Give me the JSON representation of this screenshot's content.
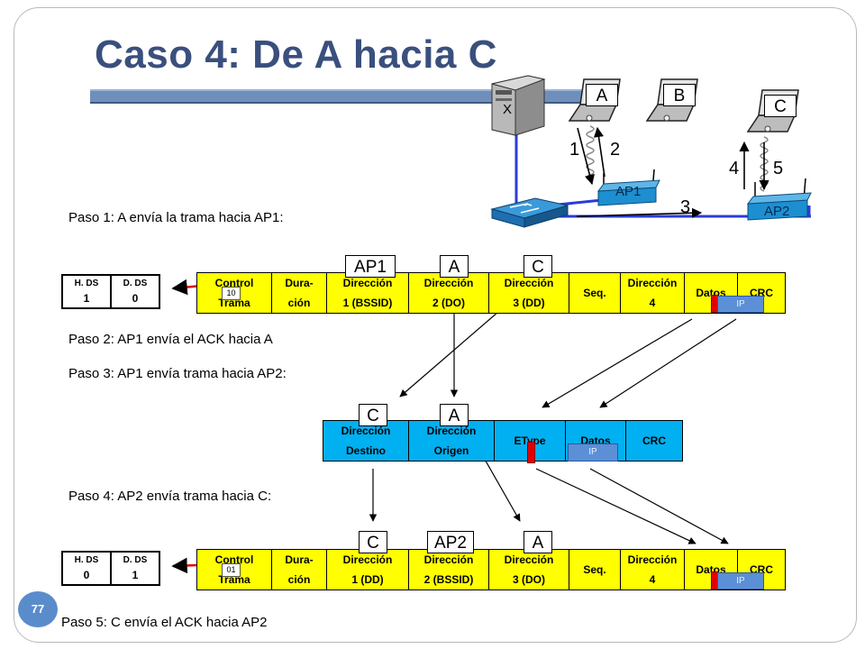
{
  "title": "Caso 4: De A hacia C",
  "slide_number": "77",
  "steps": {
    "s1": "Paso 1: A envía la trama hacia AP1:",
    "s2": "Paso 2: AP1 envía el ACK hacia A",
    "s3": "Paso 3: AP1 envía trama hacia AP2:",
    "s4": "Paso 4: AP2 envía trama hacia C:",
    "s5": "Paso 5: C envía el ACK hacia AP2"
  },
  "network": {
    "server_label": "X",
    "laptops": [
      "A",
      "B",
      "C"
    ],
    "ap1": "AP1",
    "ap2": "AP2",
    "arrow_numbers": [
      "1",
      "2",
      "3",
      "4",
      "5"
    ]
  },
  "frame1": {
    "ds": {
      "h_label": "H. DS",
      "h_value": "1",
      "d_label": "D. DS",
      "d_value": "0"
    },
    "bits": "10",
    "labels": [
      "AP1",
      "A",
      "C"
    ],
    "fields": [
      {
        "l1": "Control",
        "l2": "Trama"
      },
      {
        "l1": "Dura-",
        "l2": "ción"
      },
      {
        "l1": "Dirección",
        "l2": "1 (BSSID)"
      },
      {
        "l1": "Dirección",
        "l2": "2 (DO)"
      },
      {
        "l1": "Dirección",
        "l2": "3 (DD)"
      },
      {
        "l1": "Seq.",
        "l2": ""
      },
      {
        "l1": "Dirección",
        "l2": "4"
      },
      {
        "l1": "Datos",
        "l2": ""
      },
      {
        "l1": "CRC",
        "l2": ""
      }
    ],
    "ip": "IP"
  },
  "eth_frame": {
    "labels": [
      "C",
      "A"
    ],
    "fields": [
      {
        "l1": "Dirección",
        "l2": "Destino"
      },
      {
        "l1": "Dirección",
        "l2": "Origen"
      },
      {
        "l1": "EType",
        "l2": ""
      },
      {
        "l1": "Datos",
        "l2": ""
      },
      {
        "l1": "CRC",
        "l2": ""
      }
    ],
    "ip": "IP"
  },
  "frame2": {
    "ds": {
      "h_label": "H. DS",
      "h_value": "0",
      "d_label": "D. DS",
      "d_value": "1"
    },
    "bits": "01",
    "labels": [
      "C",
      "AP2",
      "A"
    ],
    "fields": [
      {
        "l1": "Control",
        "l2": "Trama"
      },
      {
        "l1": "Dura-",
        "l2": "ción"
      },
      {
        "l1": "Dirección",
        "l2": "1 (DD)"
      },
      {
        "l1": "Dirección",
        "l2": "2 (BSSID)"
      },
      {
        "l1": "Dirección",
        "l2": "3 (DO)"
      },
      {
        "l1": "Seq.",
        "l2": ""
      },
      {
        "l1": "Dirección",
        "l2": "4"
      },
      {
        "l1": "Datos",
        "l2": ""
      },
      {
        "l1": "CRC",
        "l2": ""
      }
    ],
    "ip": "IP"
  },
  "colors": {
    "title": "#3a4f7d",
    "frame_yellow": "#ffff00",
    "frame_cyan": "#00b0f0",
    "cable_blue": "#2a3cd6",
    "ap_blue": "#1d8fd0",
    "red": "#e00000"
  }
}
